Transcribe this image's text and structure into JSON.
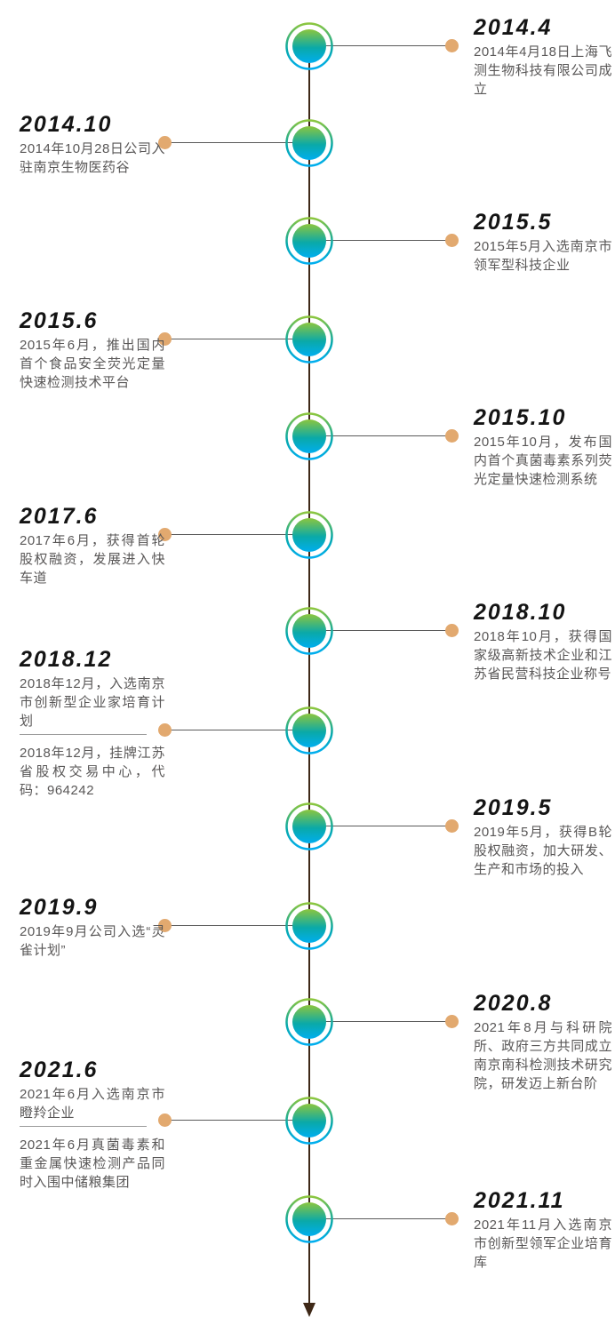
{
  "timeline": {
    "name": "company-milestones-timeline",
    "axis": {
      "direction": "vertical",
      "end": "arrow-down"
    },
    "colors": {
      "axis_line": "#3e2817",
      "connector_line": "#5a5a5a",
      "connector_dot": "#e2a96f",
      "marker_gradient_top": "#8cc63e",
      "marker_gradient_mid": "#0aa9a8",
      "marker_gradient_bottom": "#00aeef",
      "date_text": "#141414",
      "body_text": "#595757",
      "divider": "#9b9b9b"
    },
    "items": [
      {
        "date": "2014.4",
        "side": "right",
        "text": "2014年4月18日上海飞测生物科技有限公司成立"
      },
      {
        "date": "2014.10",
        "side": "left",
        "text": "2014年10月28日公司入驻南京生物医药谷"
      },
      {
        "date": "2015.5",
        "side": "right",
        "text": "2015年5月入选南京市领军型科技企业"
      },
      {
        "date": "2015.6",
        "side": "left",
        "text": "2015年6月，推出国内首个食品安全荧光定量快速检测技术平台"
      },
      {
        "date": "2015.10",
        "side": "right",
        "text": "2015年10月，发布国内首个真菌毒素系列荧光定量快速检测系统"
      },
      {
        "date": "2017.6",
        "side": "left",
        "text": "2017年6月，获得首轮股权融资，发展进入快车道"
      },
      {
        "date": "2018.10",
        "side": "right",
        "text": "2018年10月，获得国家级高新技术企业和江苏省民营科技企业称号"
      },
      {
        "date": "2018.12",
        "side": "left",
        "text": "2018年12月，入选南京市创新型企业家培育计划",
        "text2": "2018年12月，挂牌江苏省股权交易中心，代码：964242"
      },
      {
        "date": "2019.5",
        "side": "right",
        "text": "2019年5月，获得B轮股权融资，加大研发、生产和市场的投入"
      },
      {
        "date": "2019.9",
        "side": "left",
        "text": "2019年9月公司入选“灵雀计划”"
      },
      {
        "date": "2020.8",
        "side": "right",
        "text": "2021年8月与科研院所、政府三方共同成立南京南科检测技术研究院，研发迈上新台阶"
      },
      {
        "date": "2021.6",
        "side": "left",
        "text": "2021年6月入选南京市瞪羚企业",
        "text2": "2021年6月真菌毒素和重金属快速检测产品同时入围中储粮集团"
      },
      {
        "date": "2021.11",
        "side": "right",
        "text": "2021年11月入选南京市创新型领军企业培育库"
      }
    ]
  }
}
